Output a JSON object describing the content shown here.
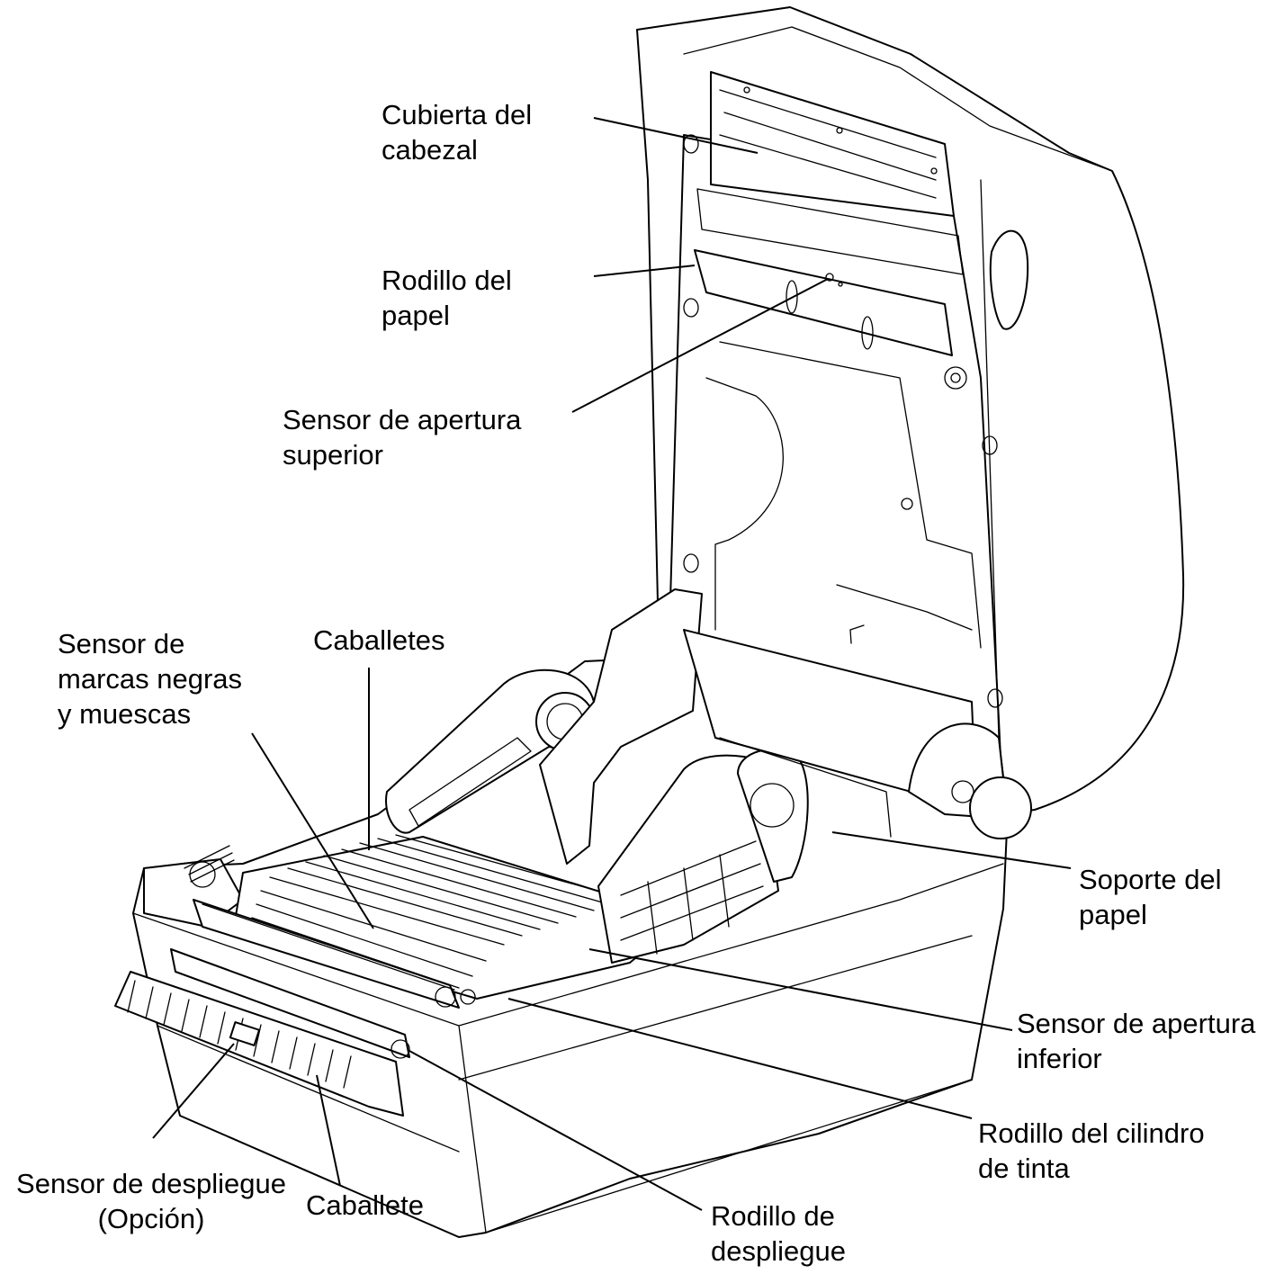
{
  "figure": {
    "labels": {
      "head_cover": [
        "Cubierta del",
        "cabezal"
      ],
      "paper_roller": [
        "Rodillo del",
        "papel"
      ],
      "upper_open_sensor": [
        "Sensor de apertura",
        "superior"
      ],
      "black_mark_sensor": [
        "Sensor de",
        "marcas negras",
        "y muescas"
      ],
      "brackets": [
        "Caballetes"
      ],
      "paper_support": [
        "Soporte del",
        "papel"
      ],
      "lower_open_sensor": [
        "Sensor de apertura",
        "inferior"
      ],
      "ribbon_roller": [
        "Rodillo del cilindro",
        "de tinta"
      ],
      "peel_sensor": [
        "Sensor de despliegue",
        "(Opción)"
      ],
      "bracket": [
        "Caballete"
      ],
      "peel_roller": [
        "Rodillo de",
        "despliegue"
      ]
    }
  }
}
